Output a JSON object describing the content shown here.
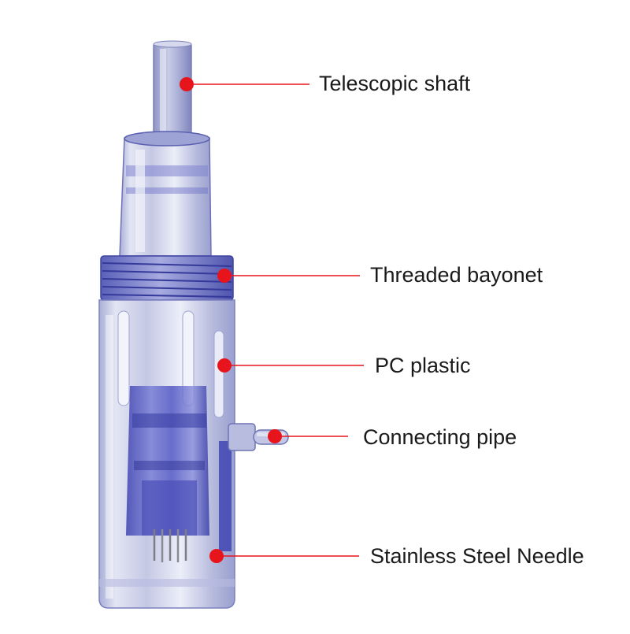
{
  "callouts": [
    {
      "label": "Telescopic shaft"
    },
    {
      "label": "Threaded bayonet"
    },
    {
      "label": "PC plastic"
    },
    {
      "label": "Connecting pipe"
    },
    {
      "label": "Stainless Steel Needle"
    }
  ],
  "colors": {
    "marker": "#e8141c",
    "leader_line": "#e8141c",
    "label_text": "#1a1a1a",
    "cartridge_blue": "#4a4fc4",
    "clear_plastic": "#c9cde6",
    "background": "#ffffff"
  }
}
